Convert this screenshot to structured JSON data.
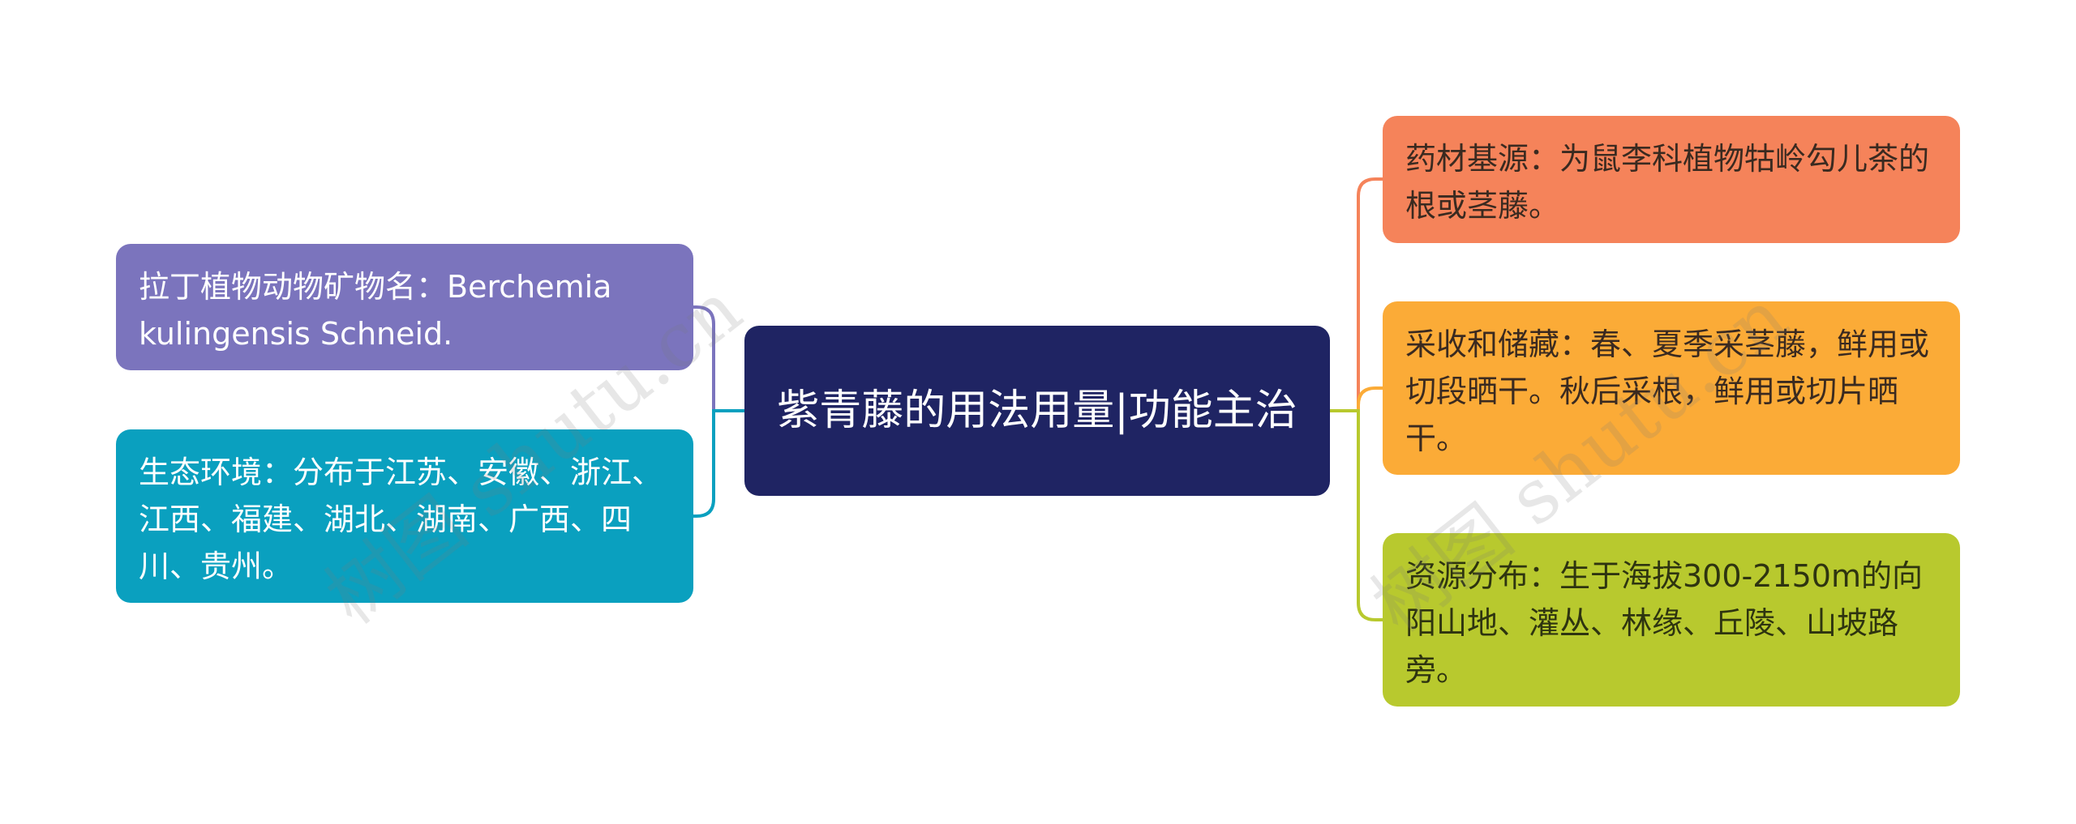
{
  "mindmap": {
    "central": {
      "label": "紫青藤的用法用量|功能主治",
      "color": "#1f2463"
    },
    "left_branches": [
      {
        "id": "latin",
        "label": "拉丁植物动物矿物名：Berchemia kulingensis Schneid.",
        "color": "#7b74bd",
        "line_color": "#7b74bd"
      },
      {
        "id": "habitat",
        "label": "生态环境：分布于江苏、安徽、浙江、江西、福建、湖北、湖南、广西、四川、贵州。",
        "color": "#0aa0bf",
        "line_color": "#0aa0bf"
      }
    ],
    "right_branches": [
      {
        "id": "source",
        "label": "药材基源：为鼠李科植物牯岭勾儿茶的根或茎藤。",
        "color": "#f5835a",
        "line_color": "#f5835a"
      },
      {
        "id": "harvest",
        "label": "采收和储藏：春、夏季采茎藤，鲜用或切段晒干。秋后采根，鲜用或切片晒干。",
        "color": "#fbab37",
        "line_color": "#fbab37"
      },
      {
        "id": "distribution",
        "label": "资源分布：生于海拔300-2150m的向阳山地、灌丛、林缘、丘陵、山坡路旁。",
        "color": "#b8c92e",
        "line_color": "#b8c92e"
      }
    ]
  },
  "watermark": {
    "left": "树图 shutu.cn",
    "right": "树图 shutu.cn"
  }
}
